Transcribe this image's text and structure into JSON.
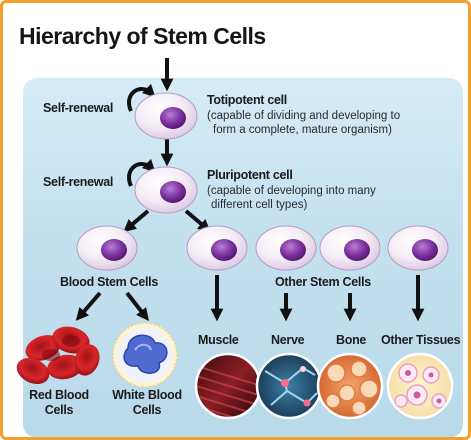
{
  "title": "Hierarchy of Stem Cells",
  "totipotent": {
    "name": "Totipotent cell",
    "desc_line1": "(capable of dividing and developing to",
    "desc_line2": "form a complete, mature organism)"
  },
  "pluripotent": {
    "name": "Pluripotent cell",
    "desc_line1": "(capable of developing into many",
    "desc_line2": "different cell types)"
  },
  "self_renewal_label": "Self-renewal",
  "blood_stem_cells_label": "Blood Stem Cells",
  "other_stem_cells_label": "Other Stem Cells",
  "outputs": {
    "red_blood_line1": "Red Blood",
    "red_blood_line2": "Cells",
    "white_blood_line1": "White Blood",
    "white_blood_line2": "Cells",
    "muscle": "Muscle",
    "nerve": "Nerve",
    "bone": "Bone",
    "other_tissues": "Other Tissues"
  },
  "colors": {
    "frame": "#f3a02b",
    "panel": "#c3e0ef",
    "nucleus": "#7a2e9e",
    "arrow": "#111111"
  }
}
